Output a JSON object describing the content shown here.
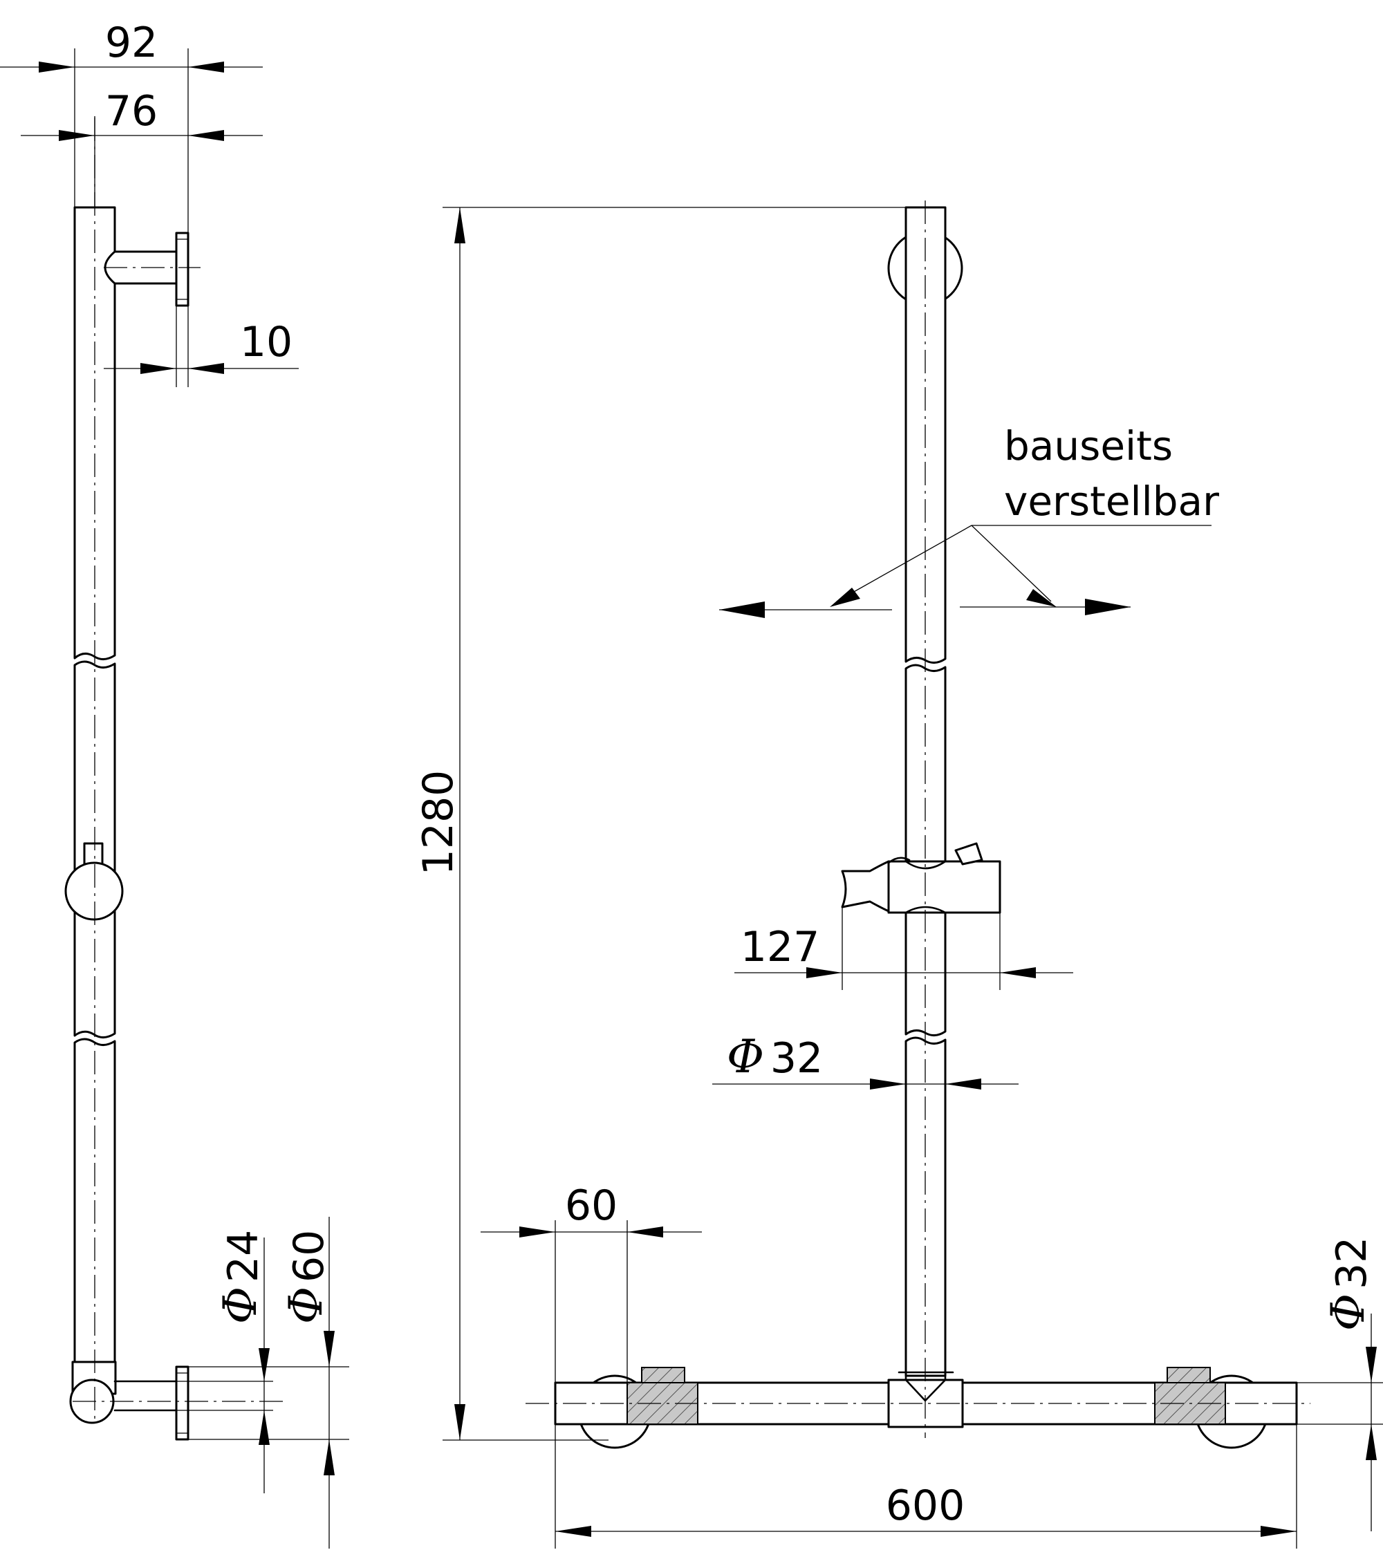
{
  "dimensions": {
    "overall_depth": "92",
    "bar_offset": "76",
    "flange_thickness": "10",
    "bar_height": "1280",
    "slider_width": "127",
    "bar_diameter": "32",
    "flange_diameter_small": "24",
    "flange_diameter_large": "60",
    "mount_width": "60",
    "overall_width": "600",
    "horizontal_bar_diameter": "32"
  },
  "diameter_symbol": "Φ",
  "note": {
    "line1": "bauseits",
    "line2": "verstellbar"
  }
}
